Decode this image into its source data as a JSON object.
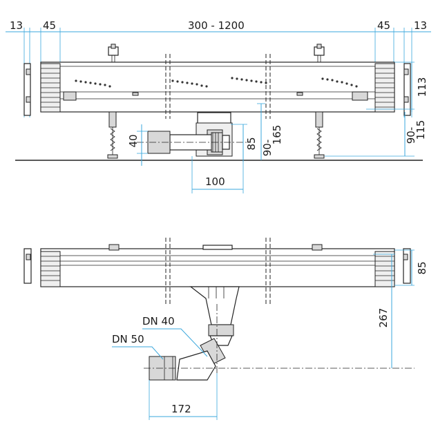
{
  "top_view": {
    "dims": {
      "end_cap_left": "13",
      "end_inset_left": "45",
      "length": "300 - 1200",
      "end_inset_right": "45",
      "end_cap_right": "13",
      "height_total": "113",
      "adjust_range": "90-\n115",
      "pipe_dia": "40",
      "outlet_height": "85",
      "floor_height_a": "90-",
      "floor_height_b": "165",
      "outlet_offset": "100",
      "adjust_a": "90-",
      "adjust_b": "115"
    }
  },
  "bottom_view": {
    "dims": {
      "channel_height": "85",
      "total_depth": "267",
      "elbow_offset": "172"
    },
    "labels": {
      "dn40": "DN 40",
      "dn50": "DN 50"
    }
  },
  "colors": {
    "dimension": "#3aa7dc",
    "outline": "#222222",
    "fill_gray": "#d8d8d8"
  }
}
